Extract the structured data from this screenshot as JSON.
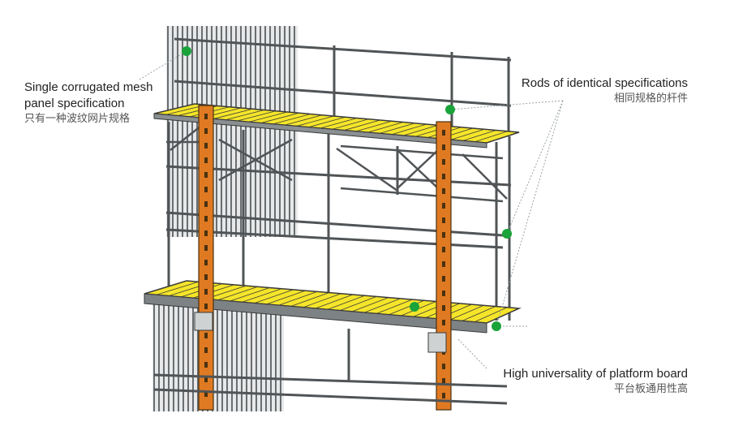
{
  "callouts": {
    "mesh": {
      "line1": "Single corrugated mesh",
      "line2": "panel specification",
      "zh": "只有一种波纹网片规格"
    },
    "rods": {
      "en": "Rods of identical specifications",
      "zh": "相同规格的杆件"
    },
    "board": {
      "en": "High universality of platform board",
      "zh": "平台板通用性高"
    }
  },
  "colors": {
    "platform_board": "#f5e52a",
    "upright_post": "#e07a22",
    "steel_frame": "#505456",
    "mesh_panel": "#6a6e70",
    "marker_dot": "#1aa33a",
    "leader_line": "#9aa2a4"
  }
}
